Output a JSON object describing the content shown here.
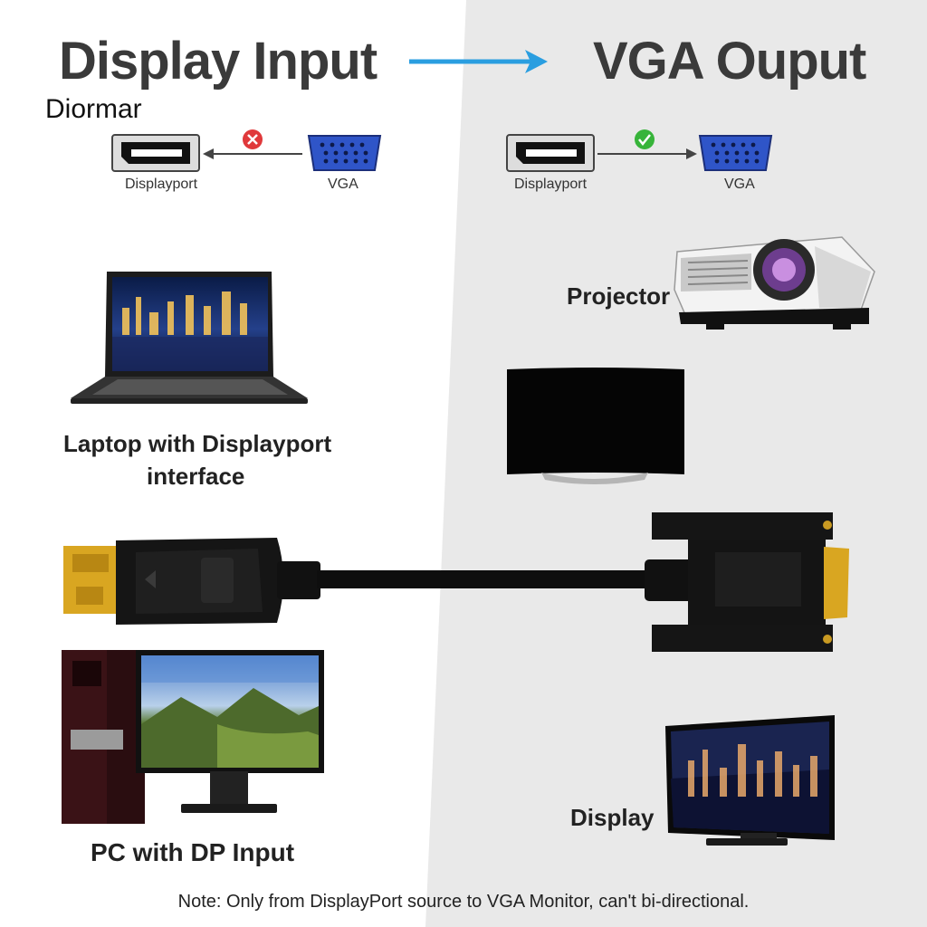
{
  "header": {
    "left_title": "Display Input",
    "right_title": "VGA Ouput",
    "brand": "Diormar"
  },
  "connectors": {
    "left": {
      "from_label": "Displayport",
      "to_label": "VGA",
      "status": "not-allowed"
    },
    "right": {
      "from_label": "Displayport",
      "to_label": "VGA",
      "status": "allowed"
    }
  },
  "devices": {
    "laptop_label_line1": "Laptop with Displayport",
    "laptop_label_line2": "interface",
    "projector_label": "Projector",
    "pc_label": "PC with DP Input",
    "display_label": "Display"
  },
  "note": "Note: Only from DisplayPort source to VGA Monitor, can't bi-directional.",
  "colors": {
    "arrow_blue": "#2a9ee0",
    "vga_blue": "#2f55c8",
    "error_red": "#e0393b",
    "ok_green": "#37b43a",
    "gold": "#d9a621",
    "right_panel": "#e8e8e8"
  }
}
